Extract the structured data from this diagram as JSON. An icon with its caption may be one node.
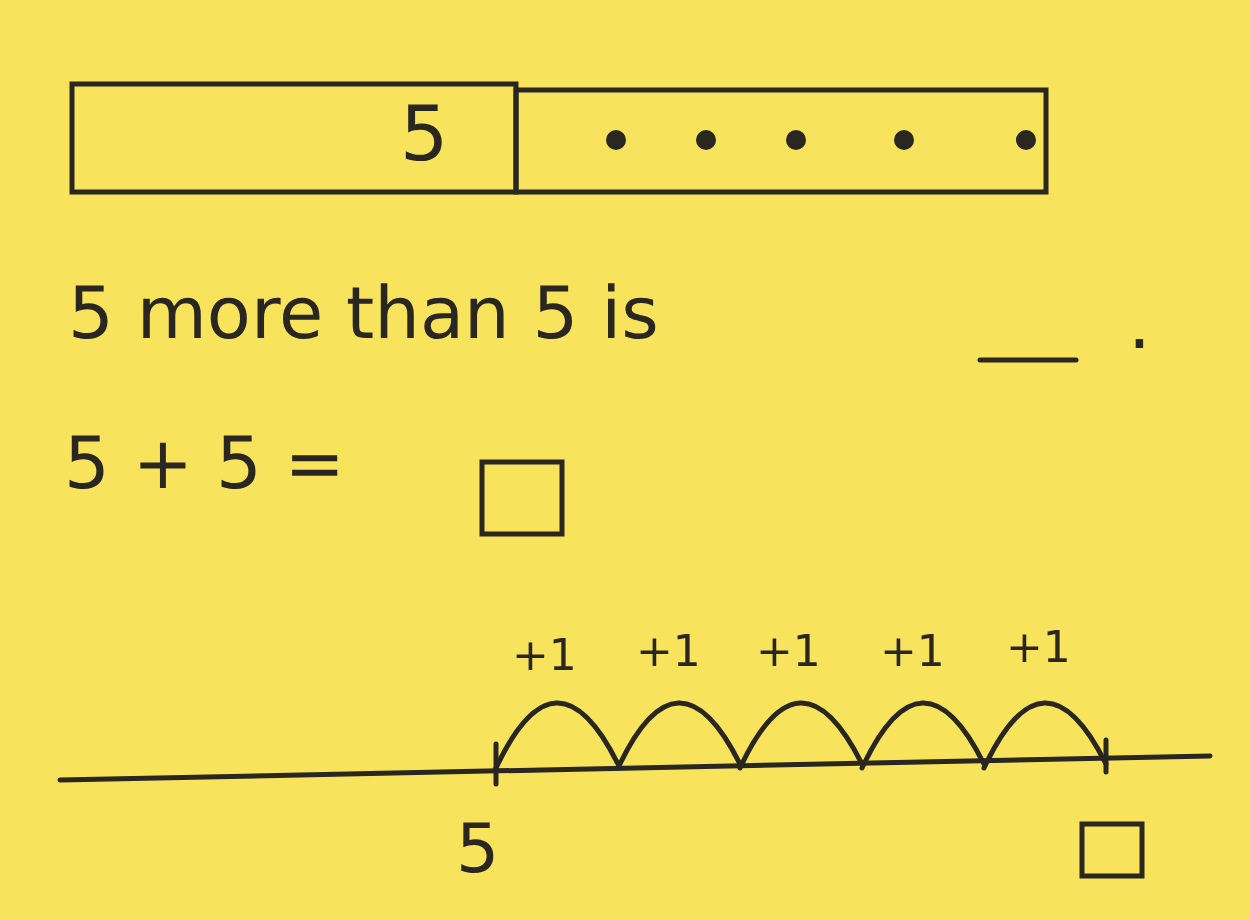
{
  "diagram": {
    "labels": [
      "5",
      "5 more than 5 is",
      ".",
      "5 + 5 =",
      "+1",
      "+1",
      "+1",
      "+1",
      "+1",
      "5"
    ]
  }
}
